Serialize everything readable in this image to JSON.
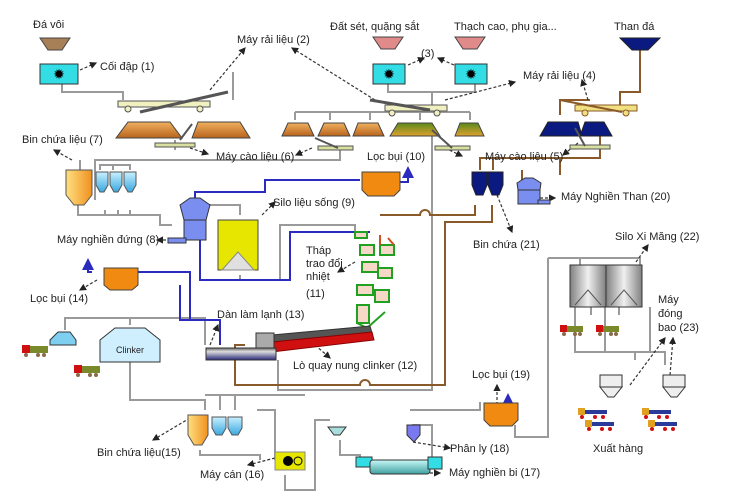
{
  "title": "Sơ đồ dây chuyền sản xuất xi măng",
  "labels": {
    "da_voi": "Đá vôi",
    "coi_dap": "Cối đập (1)",
    "may_rai_lieu_2": "Máy rải liệu (2)",
    "dat_set": "Đất sét, quặng sắt",
    "thach_cao": "Thạch cao, phụ gia...",
    "n3": "(3)",
    "than_da": "Than đá",
    "may_rai_lieu_4": "Máy rải liệu (4)",
    "bin_chua_lieu_7": "Bin chứa liệu (7)",
    "may_cao_lieu_6": "Máy cào liệu (6)",
    "loc_bui_10": "Lọc bụi (10)",
    "may_cao_lieu_5": "Máy cào liệu (5)",
    "may_nghien_than": "Máy Nghiền Than (20)",
    "silo_lieu_song": "Silo liệu sống (9)",
    "may_nghien_dung": "Máy nghiền đứng (8)",
    "bin_chua_21": "Bin chứa (21)",
    "thap_1": "Tháp",
    "thap_2": "trao đổi",
    "thap_3": "nhiệt",
    "thap_4": "(11)",
    "silo_xi_mang": "Silo Xi Măng (22)",
    "loc_bui_14": "Lọc bụi (14)",
    "dan_lam_lanh": "Dàn làm lạnh (13)",
    "clinker": "Clinker",
    "may_dong_1": "Máy",
    "may_dong_2": "đóng",
    "may_dong_3": "bao (23)",
    "lo_quay": "Lò quay nung clinker (12)",
    "loc_bui_19": "Lọc bụi (19)",
    "bin_chua_lieu_15": "Bin chứa liệu(15)",
    "phan_ly": "Phân ly (18)",
    "xuat_hang": "Xuất hàng",
    "may_can": "Máy cán (16)",
    "may_nghien_bi": "Máy nghiền bi (17)"
  },
  "colors": {
    "crusher": "#33dde6",
    "limestone": "#b58a60",
    "clay_hopper": "#e08a8a",
    "coal": "#0a1a80",
    "stockpile": "#d9822b",
    "stockpile_green": "#7a9a2a",
    "bin_yellow": "#f5c040",
    "bin_blue": "#7ecff0",
    "filter": "#f08a10",
    "silo_yellow": "#e6e600",
    "mill_blue": "#7a8ef0",
    "kiln_red": "#d01010",
    "preheater_green": "#22a022",
    "pipe_grey": "#9a9a9a",
    "pipe_blue": "#2b2bbf",
    "pipe_brown": "#8a5a2a"
  }
}
